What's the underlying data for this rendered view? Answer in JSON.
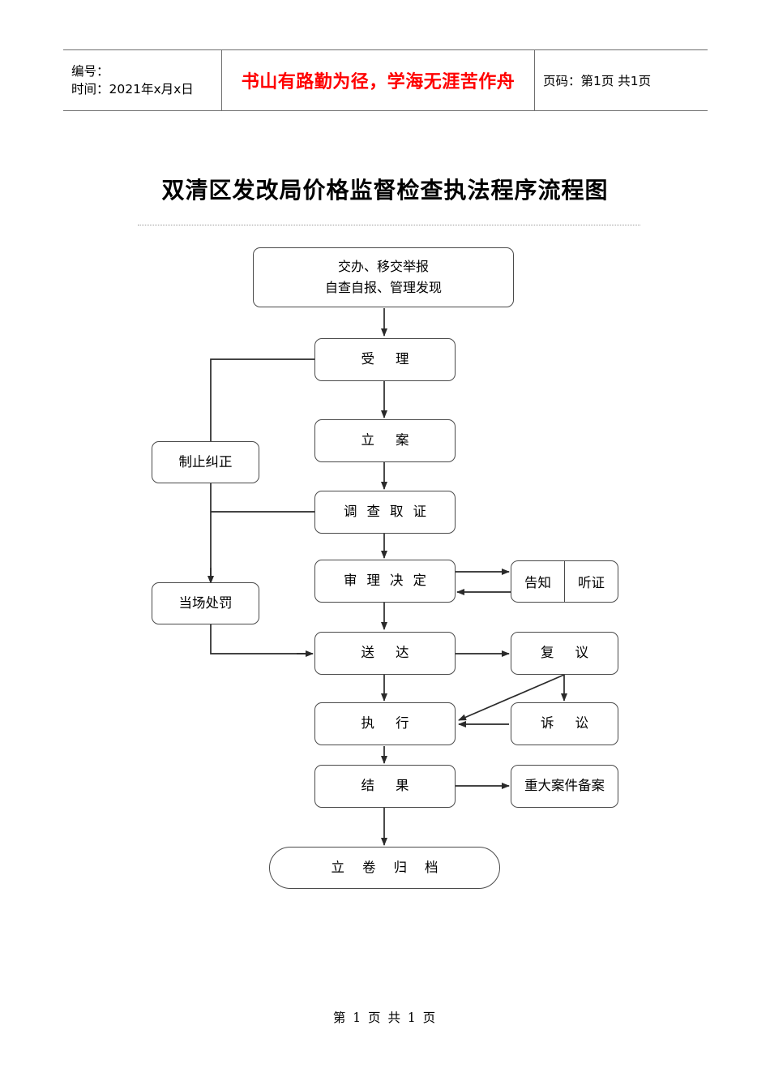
{
  "header": {
    "id_label": "编号：",
    "time_label": "时间：2021年x月x日",
    "motto": "书山有路勤为径，学海无涯苦作舟",
    "page_info": "页码：第1页 共1页"
  },
  "title": "双清区发改局价格监督检查执法程序流程图",
  "footer": "第 1 页 共 1 页",
  "colors": {
    "motto": "#ff0000",
    "node_border": "#4a4a4a",
    "text": "#000000",
    "rule": "#9a9a9a"
  },
  "flowchart": {
    "nodes": {
      "source_line1": "交办、移交举报",
      "source_line2": "自查自报、管理发现",
      "accept": "受理",
      "file_case": "立案",
      "investigate": "调查取证",
      "review_decide": "审理决定",
      "notify": "告知",
      "hearing": "听证",
      "deliver": "送达",
      "reconsider": "复议",
      "execute": "执行",
      "litigation": "诉讼",
      "result": "结果",
      "major_record": "重大案件备案",
      "stop_correct": "制止纠正",
      "on_spot_penalty": "当场处罚",
      "archive": "立卷归档"
    }
  }
}
